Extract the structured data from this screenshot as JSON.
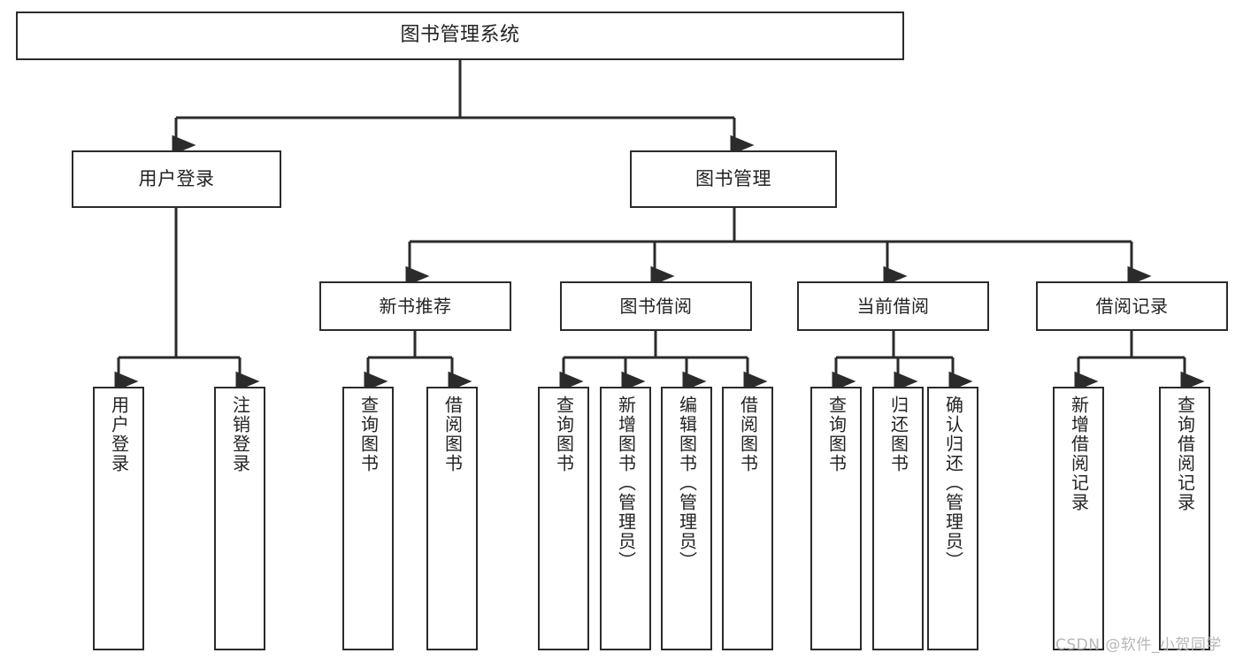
{
  "diagram": {
    "title": "图书管理系统",
    "type": "tree-hierarchy",
    "background_color": "#ffffff",
    "line_color": "#2b2b2b",
    "text_color": "#232323",
    "nodes": {
      "root": {
        "label": "图书管理系统"
      },
      "level2": [
        {
          "label": "用户登录"
        },
        {
          "label": "图书管理"
        }
      ],
      "level3": [
        {
          "label": "新书推荐"
        },
        {
          "label": "图书借阅"
        },
        {
          "label": "当前借阅"
        },
        {
          "label": "借阅记录"
        }
      ],
      "leaves": [
        {
          "label": "用户登录"
        },
        {
          "label": "注销登录"
        },
        {
          "label": "查询图书"
        },
        {
          "label": "借阅图书"
        },
        {
          "label": "查询图书"
        },
        {
          "label": "新增图书（管理员）"
        },
        {
          "label": "编辑图书（管理员）"
        },
        {
          "label": "借阅图书"
        },
        {
          "label": "查询图书"
        },
        {
          "label": "归还图书"
        },
        {
          "label": "确认归还（管理员）"
        },
        {
          "label": "新增借阅记录"
        },
        {
          "label": "查询借阅记录"
        }
      ]
    }
  },
  "watermark": {
    "text": "CSDN @软件_小贺同学"
  }
}
